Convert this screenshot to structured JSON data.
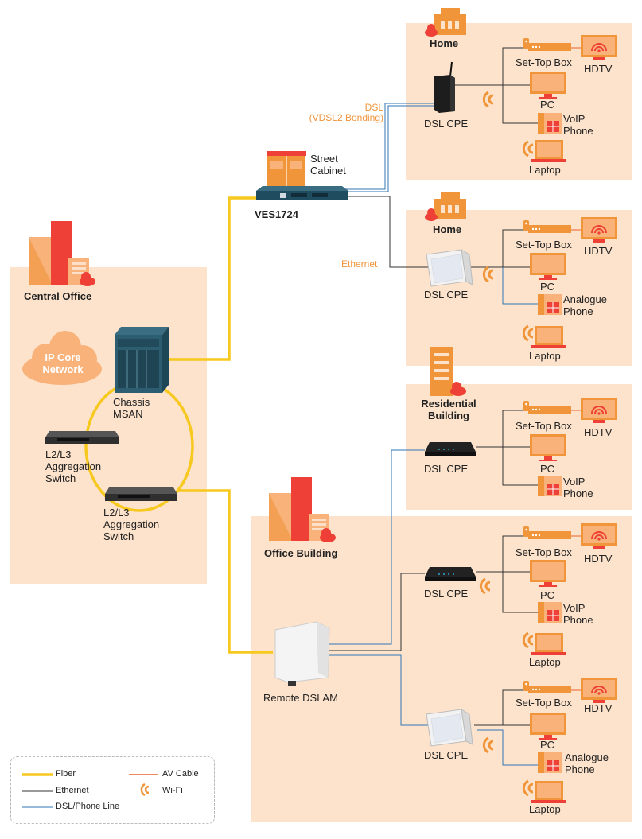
{
  "sites": {
    "central_office": "Central Office",
    "ip_core": [
      "IP Core",
      "Network"
    ],
    "street_cabinet": [
      "Street",
      "Cabinet"
    ],
    "home1": "Home",
    "home2": "Home",
    "residential": [
      "Residential",
      "Building"
    ],
    "office": "Office Building"
  },
  "devices": {
    "chassis_msan": [
      "Chassis",
      "MSAN"
    ],
    "agg_switch_1": [
      "L2/L3",
      "Aggregation",
      "Switch"
    ],
    "agg_switch_2": [
      "L2/L3",
      "Aggregation",
      "Switch"
    ],
    "ves": "VES1724",
    "remote_dslam": "Remote DSLAM",
    "dsl_cpe": "DSL CPE"
  },
  "link_labels": {
    "dsl": [
      "DSL",
      "(VDSL2 Bonding)"
    ],
    "ethernet": "Ethernet"
  },
  "endpoints": {
    "set_top_box": "Set-Top Box",
    "hdtv": "HDTV",
    "pc": "PC",
    "voip_phone": [
      "VoIP",
      "Phone"
    ],
    "analogue_phone": [
      "Analogue",
      "Phone"
    ],
    "laptop": "Laptop"
  },
  "legend": {
    "fiber": "Fiber",
    "ethernet": "Ethernet",
    "dsl_phone": "DSL/Phone Line",
    "av_cable": "AV Cable",
    "wifi": "Wi-Fi"
  },
  "colors": {
    "fiber": "#f7c81e",
    "ethernet": "#333333",
    "dsl": "#2f74b5",
    "av_cable": "#e8632b",
    "orange": "#f0953a",
    "zone": "#fde3cb",
    "red": "#ee4036"
  }
}
